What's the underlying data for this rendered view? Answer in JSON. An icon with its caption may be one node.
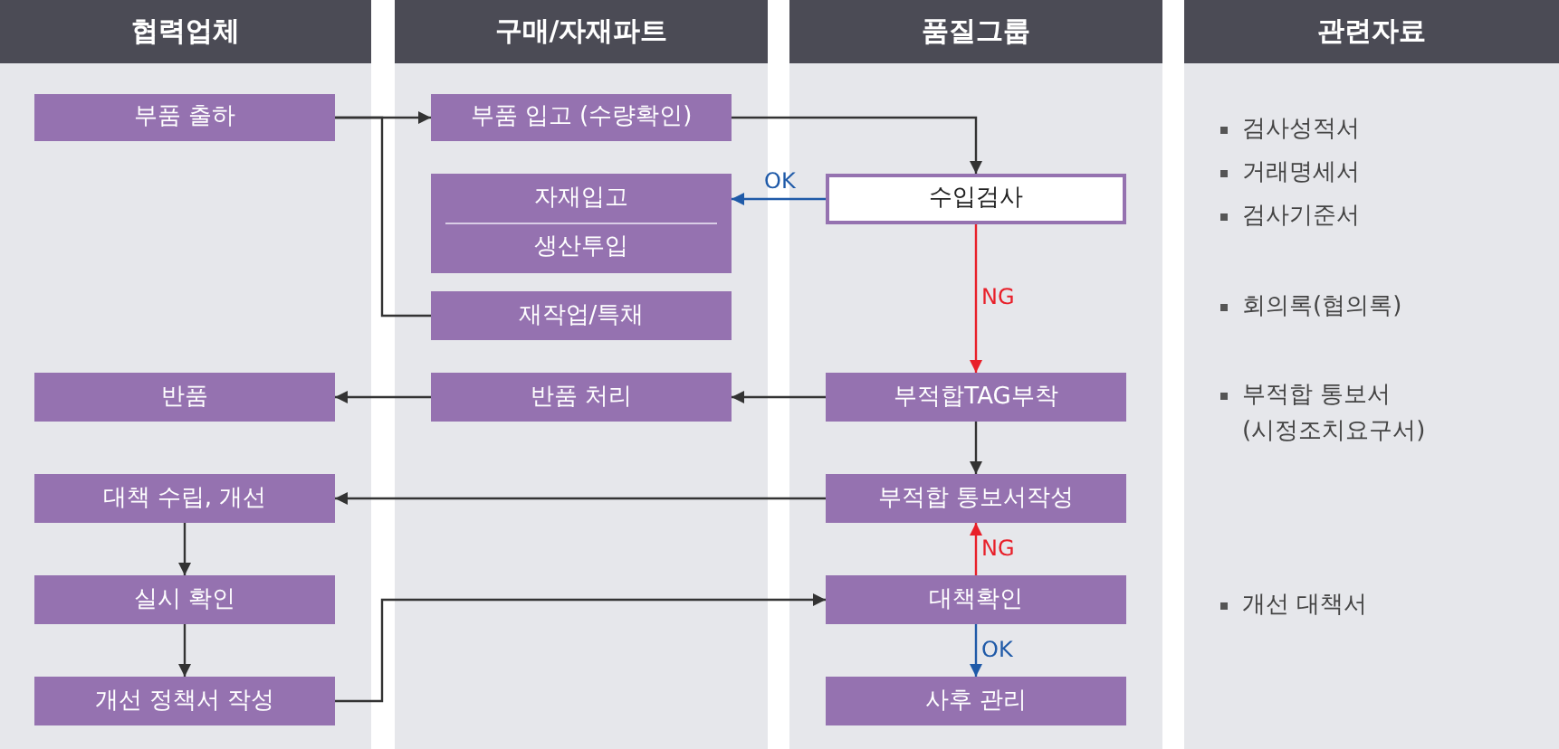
{
  "diagram": {
    "nodes": [
      {
        "text": [
          "협력업체"
        ]
      },
      {
        "text": [
          "구매/자재파트"
        ]
      },
      {
        "text": [
          "품질그룹"
        ]
      },
      {
        "text": [
          "관련자료"
        ]
      },
      {
        "text": [
          "부품 출하"
        ],
        "in": 0
      },
      {
        "text": [
          "부품 입고 (수량확인)"
        ],
        "in": 1
      },
      {
        "text": [
          "수입검사"
        ],
        "in": 2
      },
      {
        "text": [
          "자재입고",
          "생산투입"
        ],
        "in": 1
      },
      {
        "text": [
          "재작업/특채"
        ],
        "in": 1
      },
      {
        "text": [
          "부적합TAG부착"
        ],
        "in": 2
      },
      {
        "text": [
          "반품 처리"
        ],
        "in": 1
      },
      {
        "text": [
          "반품"
        ],
        "in": 0
      },
      {
        "text": [
          "부적합 통보서작성"
        ],
        "in": 2
      },
      {
        "text": [
          "대책 수립, 개선"
        ],
        "in": 0
      },
      {
        "text": [
          "실시 확인"
        ],
        "in": 0
      },
      {
        "text": [
          "대책확인"
        ],
        "in": 2
      },
      {
        "text": [
          "개선 정책서 작성"
        ],
        "in": 0
      },
      {
        "text": [
          "사후 관리"
        ],
        "in": 2
      }
    ],
    "edges": [
      {
        "from": 4,
        "to": 5,
        "arrow": "to"
      },
      {
        "from": 4,
        "to": 8,
        "arrow": "none"
      },
      {
        "from": 5,
        "to": 6,
        "arrow": "to"
      },
      {
        "from": 6,
        "to": 7,
        "arrow": "to",
        "label": "OK",
        "color": "#1f5aa8"
      },
      {
        "from": 6,
        "to": 9,
        "arrow": "to",
        "label": "NG",
        "color": "#e8202a"
      },
      {
        "from": 9,
        "to": 10,
        "arrow": "to"
      },
      {
        "from": 10,
        "to": 11,
        "arrow": "to"
      },
      {
        "from": 9,
        "to": 12,
        "arrow": "to"
      },
      {
        "from": 12,
        "to": 13,
        "arrow": "to"
      },
      {
        "from": 13,
        "to": 14,
        "arrow": "to"
      },
      {
        "from": 14,
        "to": 16,
        "arrow": "to"
      },
      {
        "from": 16,
        "to": 15,
        "arrow": "to"
      },
      {
        "from": 15,
        "to": 12,
        "arrow": "to",
        "label": "NG",
        "color": "#e8202a"
      },
      {
        "from": 15,
        "to": 17,
        "arrow": "to",
        "label": "OK",
        "color": "#1f5aa8"
      }
    ],
    "labels": [
      "검사성적서",
      "거래명세서",
      "검사기준서",
      "회의록(협의록)",
      "부적합 통보서 (시정조치요구서)",
      "개선 대책서"
    ]
  }
}
